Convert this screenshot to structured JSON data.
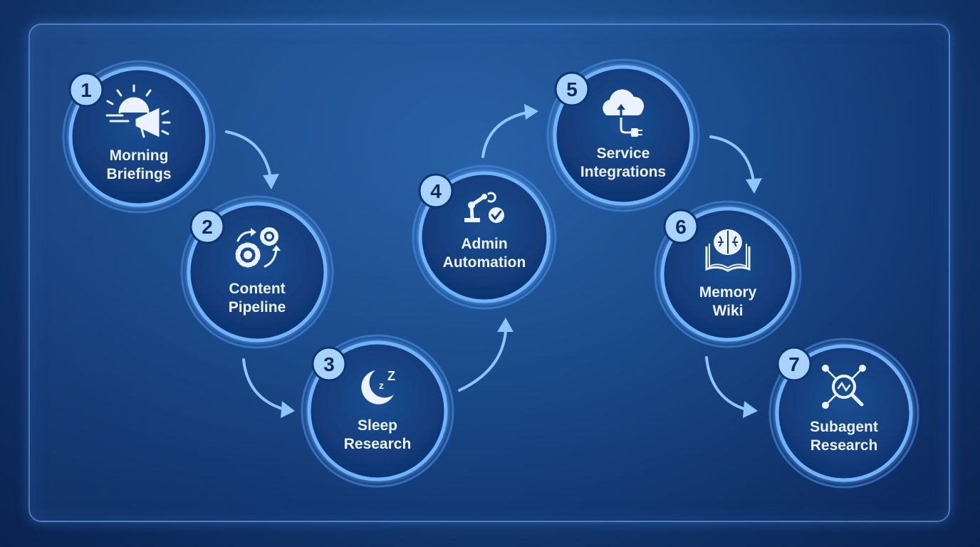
{
  "steps": [
    {
      "number": "1",
      "label_line1": "Morning",
      "label_line2": "Briefings",
      "icon": "sunrise-megaphone-icon"
    },
    {
      "number": "2",
      "label_line1": "Content",
      "label_line2": "Pipeline",
      "icon": "gears-cycle-icon"
    },
    {
      "number": "3",
      "label_line1": "Sleep",
      "label_line2": "Research",
      "icon": "moon-sleep-icon"
    },
    {
      "number": "4",
      "label_line1": "Admin",
      "label_line2": "Automation",
      "icon": "robot-arm-check-icon"
    },
    {
      "number": "5",
      "label_line1": "Service",
      "label_line2": "Integrations",
      "icon": "cloud-plug-icon"
    },
    {
      "number": "6",
      "label_line1": "Memory",
      "label_line2": "Wiki",
      "icon": "brain-book-icon"
    },
    {
      "number": "7",
      "label_line1": "Subagent",
      "label_line2": "Research",
      "icon": "network-magnifier-icon"
    }
  ],
  "colors": {
    "ring": "#6fb4ff",
    "ring_glow": "#3f8ee8",
    "circle_fill": "#14407e",
    "badge_fill": "#a9d3ff",
    "arrow": "#8ec6ff",
    "icon": "#eaf3ff"
  }
}
